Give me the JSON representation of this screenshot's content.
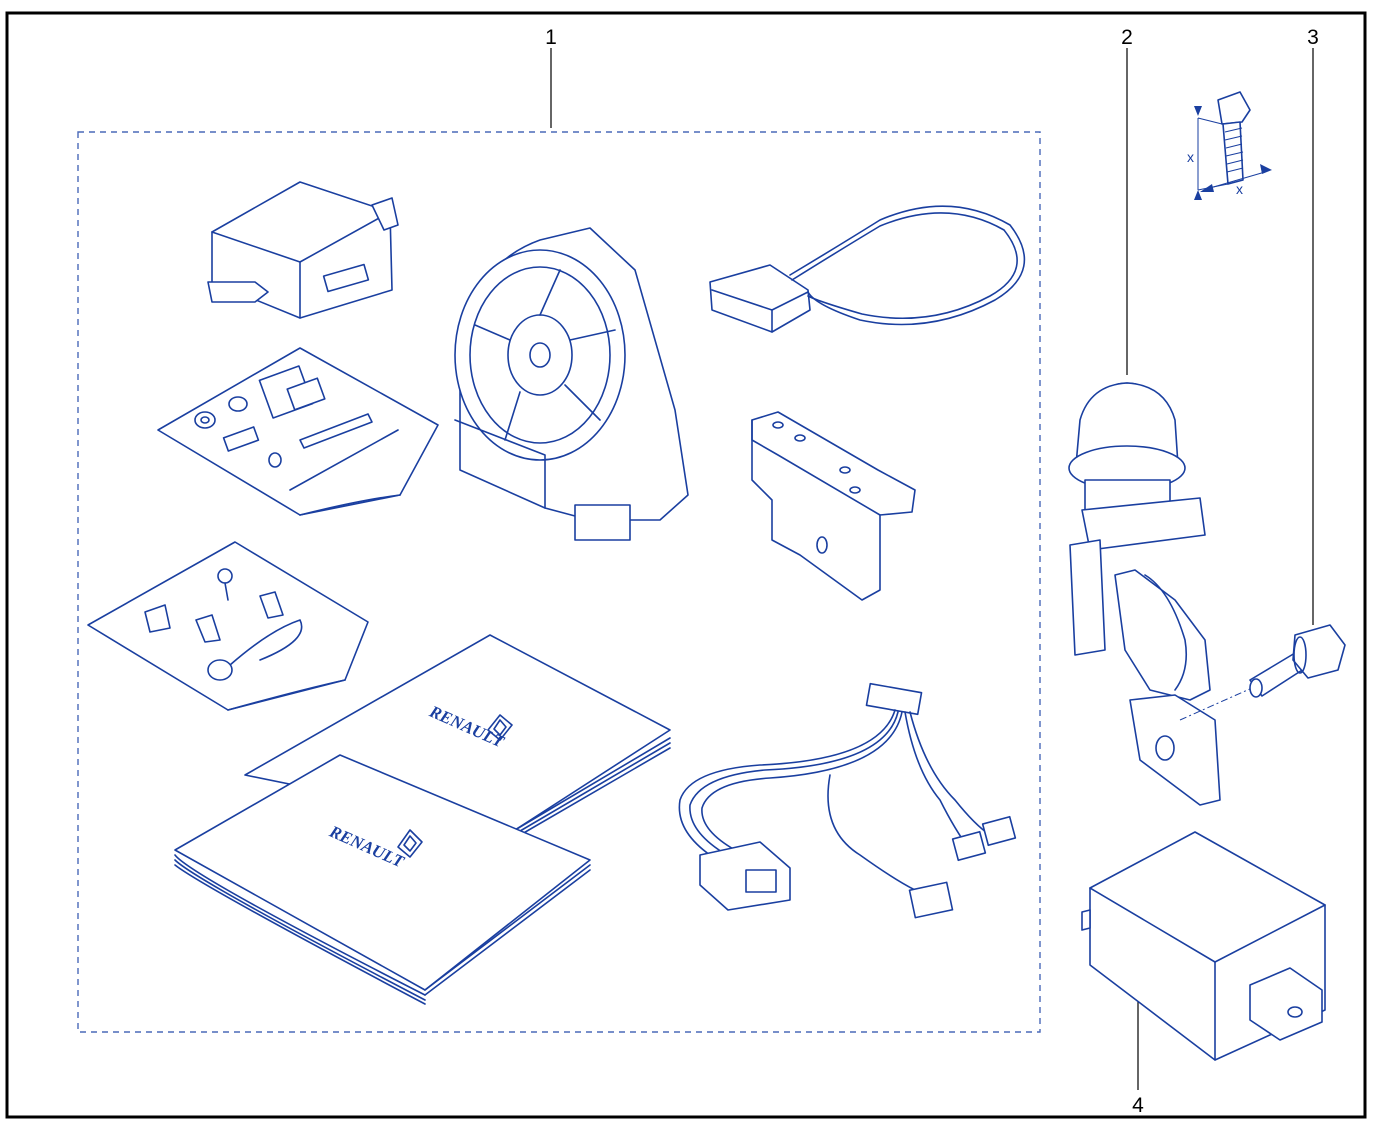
{
  "colors": {
    "line": "#1a3fa0",
    "border": "#000000",
    "background": "#ffffff",
    "callout": "#000000"
  },
  "callouts": [
    {
      "id": "1",
      "text": "1"
    },
    {
      "id": "2",
      "text": "2"
    },
    {
      "id": "3",
      "text": "3"
    },
    {
      "id": "4",
      "text": "4"
    }
  ],
  "booklet_brand": "RENAULT",
  "dimension_marks": {
    "x1": "x",
    "x2": "x"
  },
  "icons": [
    "renault-logo-icon",
    "screw-dimension-icon"
  ]
}
